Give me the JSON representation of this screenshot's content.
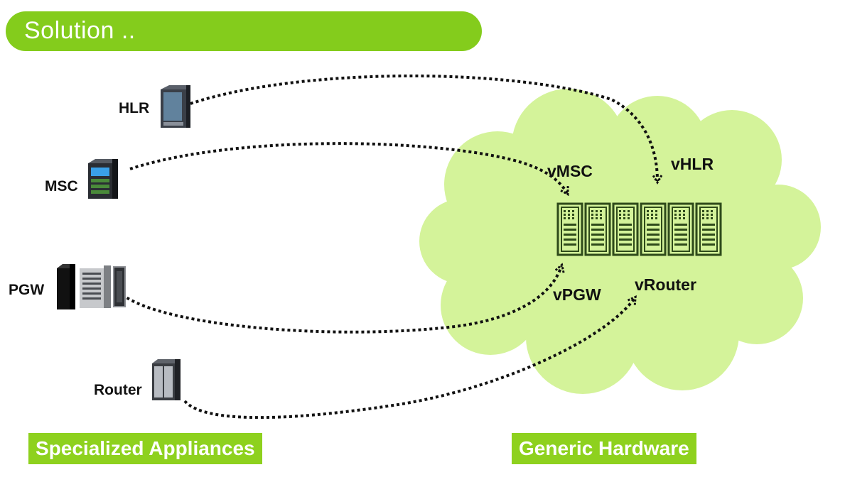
{
  "header": {
    "title": "Solution .."
  },
  "left_nodes": {
    "hlr": "HLR",
    "msc": "MSC",
    "pgw": "PGW",
    "router": "Router"
  },
  "cloud_nodes": {
    "vmsc": "vMSC",
    "vhlr": "vHLR",
    "vpgw": "vPGW",
    "vrouter": "vRouter"
  },
  "footer": {
    "left": "Specialized Appliances",
    "right": "Generic Hardware"
  },
  "colors": {
    "accent_green": "#84cc1c",
    "footer_green": "#8ed11e",
    "cloud_fill": "#d4f39a",
    "server_rack": "#2e4a1a"
  },
  "icons": [
    "server-tower-icon",
    "server-rack-icon",
    "dotted-arrow-icon",
    "cloud-icon"
  ]
}
